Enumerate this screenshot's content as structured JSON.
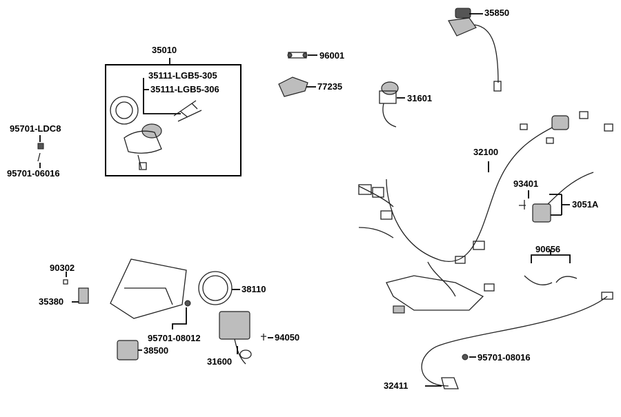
{
  "labels": {
    "p35850": "35850",
    "p35010": "35010",
    "p35111_305": "35111-LGB5-305",
    "p35111_306": "35111-LGB5-306",
    "p96001": "96001",
    "p77235": "77235",
    "p31601": "31601",
    "p95701_ldc8": "95701-LDC8",
    "p95701_06016": "95701-06016",
    "p32100": "32100",
    "p93401": "93401",
    "p3051a": "3051A",
    "p90656": "90656",
    "p90302": "90302",
    "p35380": "35380",
    "p38110": "38110",
    "p94050": "94050",
    "p95701_08012": "95701-08012",
    "p31600": "31600",
    "p38500": "38500",
    "p95701_08016": "95701-08016",
    "p32411": "32411"
  }
}
